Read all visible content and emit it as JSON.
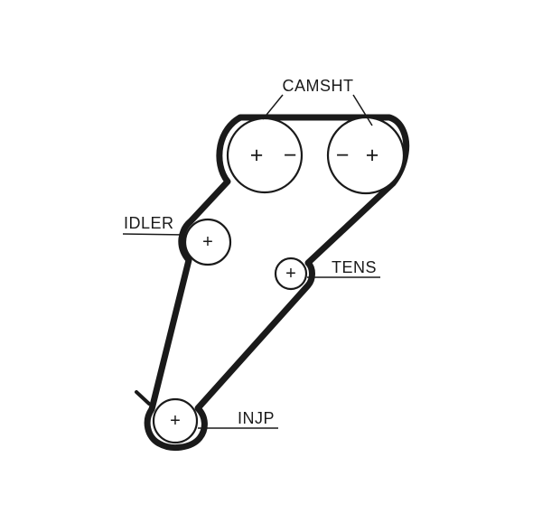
{
  "diagram": {
    "type": "timing-belt-routing",
    "labels": {
      "camshaft": "CAMSHT",
      "idler": "IDLER",
      "tensioner": "TENS",
      "injection_pump": "INJP"
    },
    "marks": {
      "cam_left_plus": "+",
      "cam_left_minus": "−",
      "cam_right_minus": "−",
      "cam_right_plus": "+",
      "idler_plus": "+",
      "tensioner_plus": "+",
      "injection_pump_plus": "+"
    },
    "colors": {
      "belt": "#1a1a1a",
      "outline": "#1a1a1a",
      "label": "#1a1a1a",
      "background": "#ffffff"
    }
  }
}
